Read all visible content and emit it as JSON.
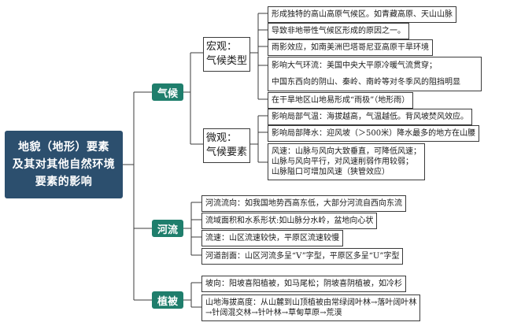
{
  "root": {
    "lines": [
      "地貌（地形）要素",
      "及其对其他自然环境",
      "要素的影响"
    ]
  },
  "climate": {
    "label": "气候",
    "macro": {
      "label_lines": [
        "宏观：",
        "气候类型"
      ],
      "items": [
        "形成独特的高山高原气候区。如青藏高原、天山山脉",
        "导致非地带性气候区形成的原因之一。",
        "雨影效应，如南美洲巴塔哥尼亚高原干旱环境",
        "影响大气环流：美国中央大平原冷暖气流贯穿；",
        "中国东西向的阴山、秦岭、南岭等对冬季风的阻挡明显",
        "在干旱地区山地易形成“雨极”（地形雨）"
      ]
    },
    "micro": {
      "label_lines": [
        "微观：",
        "气候要素"
      ],
      "items": [
        [
          "影响局部气温：海拔越高，气温越低。背风坡焚风效应。"
        ],
        [
          "影响局部降水：迎风坡（＞500米）降水最多的地方在山腰"
        ],
        [
          "风速：山脉与风向大致垂直，可降低风速；",
          "山脉与风向平行，对风速削弱作用较弱；",
          "山脉隘口可增加风速（狭管效应）"
        ]
      ]
    }
  },
  "rivers": {
    "label": "河流",
    "items": [
      "河流流向：如我国地势西高东低，大部分河流自西向东流",
      "流域面积和水系形状:如山脉分水岭，盆地向心状",
      "流速：山区流速较快，平原区流速较慢",
      "河道剖面：山区河流多呈“V”字型，平原区多呈“U”字型"
    ]
  },
  "vegetation": {
    "label": "植被",
    "items": [
      [
        "坡向：阳坡喜阳植被，如马尾松；阴坡喜阴植被，如冷杉"
      ],
      [
        "山地海拔高度：从山麓到山顶植被由常绿阔叶林→落叶阔叶林",
        "→针阔混交林→针叶林→草甸草原→荒漠"
      ]
    ]
  }
}
